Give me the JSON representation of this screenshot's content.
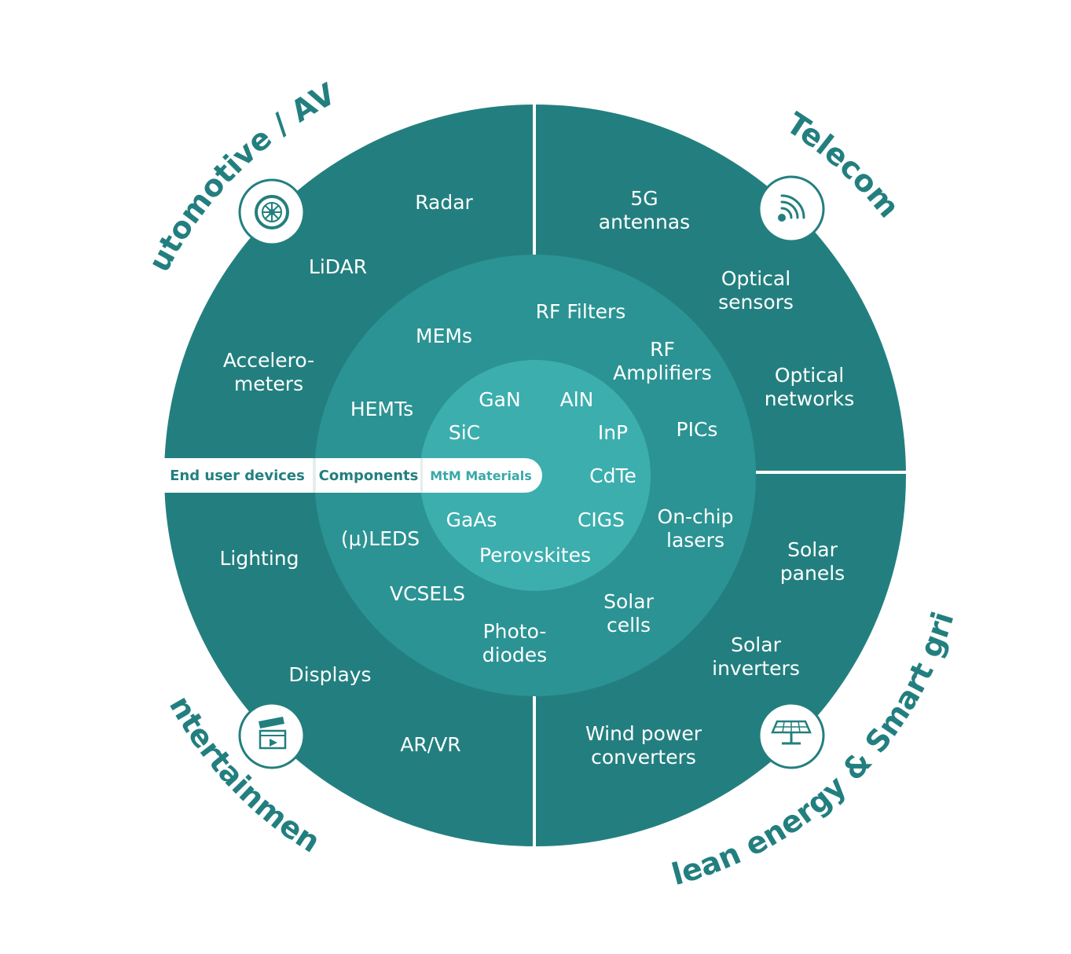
{
  "colors": {
    "outer_ring": "#237f7f",
    "middle_ring": "#2b9393",
    "inner_core": "#3caeae",
    "title_text": "#237f7f",
    "label_text": "#ffffff",
    "divider": "#ffffff"
  },
  "sectors": {
    "automotive": {
      "title": "Automotive / AVs",
      "icon": "wheel-icon"
    },
    "telecom": {
      "title": "Telecom",
      "icon": "wifi-signal-icon"
    },
    "entertainment": {
      "title": "Entertainment",
      "icon": "clapperboard-icon"
    },
    "energy": {
      "title": "Clean energy & Smart grid",
      "icon": "solar-panel-icon"
    }
  },
  "tiers": {
    "end_user": "End user devices",
    "components": "Components",
    "materials": "MtM Materials"
  },
  "end_user_devices": {
    "radar": [
      "Radar"
    ],
    "lidar": [
      "LiDAR"
    ],
    "accelerometers": [
      "Accelero-",
      "meters"
    ],
    "antennas_5g": [
      "5G",
      "antennas"
    ],
    "optical_sensors": [
      "Optical",
      "sensors"
    ],
    "optical_networks": [
      "Optical",
      "networks"
    ],
    "lighting": [
      "Lighting"
    ],
    "displays": [
      "Displays"
    ],
    "ar_vr": [
      "AR/VR"
    ],
    "solar_panels": [
      "Solar",
      "panels"
    ],
    "solar_inverters": [
      "Solar",
      "inverters"
    ],
    "wind_converters": [
      "Wind power",
      "converters"
    ]
  },
  "components": {
    "mems": [
      "MEMs"
    ],
    "rf_filters": [
      "RF Filters"
    ],
    "rf_amplifiers": [
      "RF",
      "Amplifiers"
    ],
    "hemts": [
      "HEMTs"
    ],
    "pics": [
      "PICs"
    ],
    "leds": [
      "(μ)LEDS"
    ],
    "on_chip_lasers": [
      "On-chip",
      "lasers"
    ],
    "vcsels": [
      "VCSELS"
    ],
    "photodiodes": [
      "Photo-",
      "diodes"
    ],
    "solar_cells": [
      "Solar",
      "cells"
    ]
  },
  "materials": {
    "gan": [
      "GaN"
    ],
    "aln": [
      "AlN"
    ],
    "sic": [
      "SiC"
    ],
    "inp": [
      "InP"
    ],
    "cdte": [
      "CdTe"
    ],
    "gaas": [
      "GaAs"
    ],
    "cigs": [
      "CIGS"
    ],
    "perovskites": [
      "Perovskites"
    ]
  }
}
